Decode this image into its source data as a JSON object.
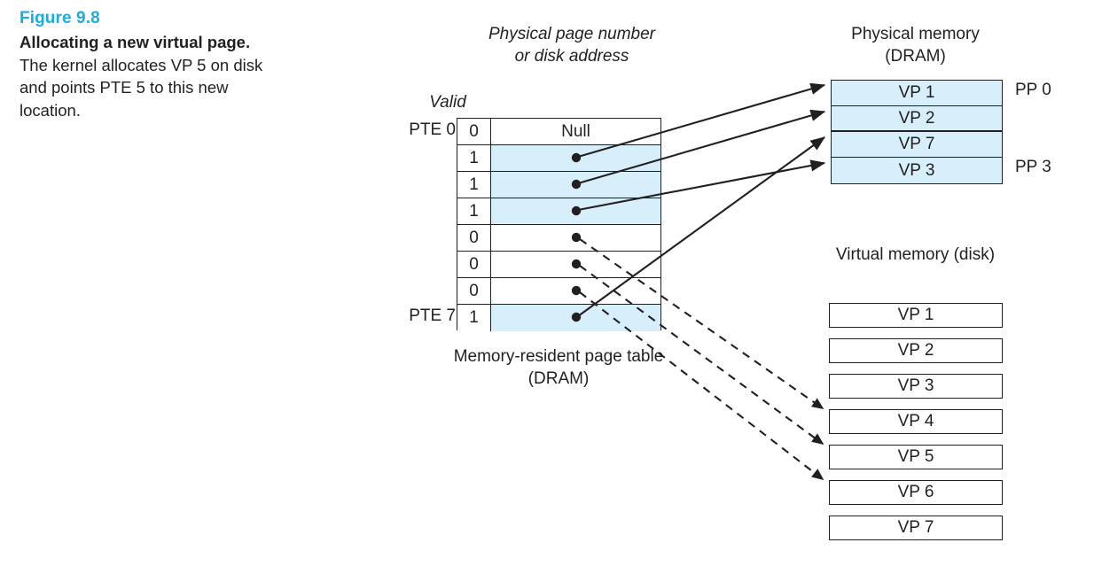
{
  "caption": {
    "figure_number": "Figure 9.8",
    "title": "Allocating a new virtual page.",
    "body": " The kernel allocates VP 5 on disk and points PTE 5 to this new location."
  },
  "page_table": {
    "header_valid": "Valid",
    "header_column": "Physical page number or disk address",
    "first_label": "PTE 0",
    "last_label": "PTE 7",
    "caption": "Memory-resident page table (DRAM)",
    "rows": [
      {
        "valid": "0",
        "value": "Null",
        "highlight": false
      },
      {
        "valid": "1",
        "value": "",
        "highlight": true
      },
      {
        "valid": "1",
        "value": "",
        "highlight": true
      },
      {
        "valid": "1",
        "value": "",
        "highlight": true
      },
      {
        "valid": "0",
        "value": "",
        "highlight": false
      },
      {
        "valid": "0",
        "value": "",
        "highlight": false
      },
      {
        "valid": "0",
        "value": "",
        "highlight": false
      },
      {
        "valid": "1",
        "value": "",
        "highlight": true
      }
    ]
  },
  "physical_memory": {
    "title": "Physical memory (DRAM)",
    "rows": [
      {
        "label": "VP 1"
      },
      {
        "label": "VP 2"
      },
      {
        "label": "VP 7"
      },
      {
        "label": "VP 3"
      }
    ],
    "pp_first": "PP 0",
    "pp_last": "PP 3"
  },
  "virtual_memory": {
    "title": "Virtual memory (disk)",
    "rows": [
      {
        "label": "VP 1"
      },
      {
        "label": "VP 2"
      },
      {
        "label": "VP 3"
      },
      {
        "label": "VP 4"
      },
      {
        "label": "VP 5"
      },
      {
        "label": "VP 6"
      },
      {
        "label": "VP 7"
      }
    ]
  },
  "colors": {
    "figure_accent": "#18ade4",
    "highlight": "#d7eefb",
    "ink": "#231f20"
  },
  "connections": {
    "solid": [
      {
        "from": "PTE 1",
        "to": "VP 1 (PP 0)"
      },
      {
        "from": "PTE 2",
        "to": "VP 2 (PP 1)"
      },
      {
        "from": "PTE 3",
        "to": "VP 3 (PP 3)"
      },
      {
        "from": "PTE 7",
        "to": "VP 7 (PP 2)"
      }
    ],
    "dashed": [
      {
        "from": "PTE 4",
        "to": "VP 4 on disk"
      },
      {
        "from": "PTE 5",
        "to": "VP 5 on disk"
      },
      {
        "from": "PTE 6",
        "to": "VP 6 on disk"
      }
    ]
  }
}
